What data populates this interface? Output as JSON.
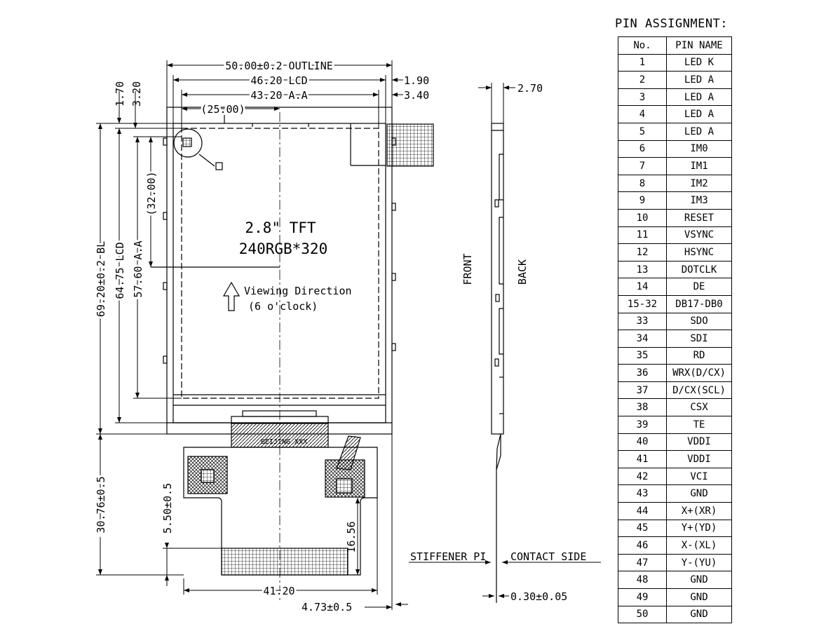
{
  "drawing": {
    "product": {
      "size": "2.8\" TFT",
      "resolution": "240RGB*320"
    },
    "viewing": {
      "line1": "Viewing Direction",
      "line2": "(6 o'clock)"
    },
    "dims": {
      "outline": "50.00±0.2 OUTLINE",
      "lcd_width": "46.20 LCD",
      "aa_width": "43.20 A.A",
      "offset_25": "(25.00)",
      "right_190": "1.90",
      "right_340": "3.40",
      "left_170": "1.70",
      "left_320": "3.20",
      "bl_height": "69.20±0.2 BL",
      "lcd_height": "64.75 LCD",
      "aa_height": "57.60 A.A",
      "offset_32": "(32.00)",
      "fpc_length": "30.76±0.5",
      "fpc_550": "5.50±0.5",
      "fpc_1656": "16.56",
      "fpc_width": "41.20",
      "fpc_473": "4.73±0.5",
      "thick_270": "2.70",
      "thick_030": "0.30±0.05"
    },
    "labels": {
      "front": "FRONT",
      "back": "BACK",
      "stiffener": "STIFFENER PI",
      "contact": "CONTACT SIDE",
      "fpc_mark": "BEIJING XXX"
    }
  },
  "pin_assignment": {
    "title": "PIN ASSIGNMENT:",
    "headers": [
      "No.",
      "PIN NAME"
    ],
    "rows": [
      [
        "1",
        "LED K"
      ],
      [
        "2",
        "LED A"
      ],
      [
        "3",
        "LED A"
      ],
      [
        "4",
        "LED A"
      ],
      [
        "5",
        "LED A"
      ],
      [
        "6",
        "IM0"
      ],
      [
        "7",
        "IM1"
      ],
      [
        "8",
        "IM2"
      ],
      [
        "9",
        "IM3"
      ],
      [
        "10",
        "RESET"
      ],
      [
        "11",
        "VSYNC"
      ],
      [
        "12",
        "HSYNC"
      ],
      [
        "13",
        "DOTCLK"
      ],
      [
        "14",
        "DE"
      ],
      [
        "15-32",
        "DB17-DB0"
      ],
      [
        "33",
        "SDO"
      ],
      [
        "34",
        "SDI"
      ],
      [
        "35",
        "RD"
      ],
      [
        "36",
        "WRX(D/CX)"
      ],
      [
        "37",
        "D/CX(SCL)"
      ],
      [
        "38",
        "CSX"
      ],
      [
        "39",
        "TE"
      ],
      [
        "40",
        "VDDI"
      ],
      [
        "41",
        "VDDI"
      ],
      [
        "42",
        "VCI"
      ],
      [
        "43",
        "GND"
      ],
      [
        "44",
        "X+(XR)"
      ],
      [
        "45",
        "Y+(YD)"
      ],
      [
        "46",
        "X-(XL)"
      ],
      [
        "47",
        "Y-(YU)"
      ],
      [
        "48",
        "GND"
      ],
      [
        "49",
        "GND"
      ],
      [
        "50",
        "GND"
      ]
    ]
  }
}
